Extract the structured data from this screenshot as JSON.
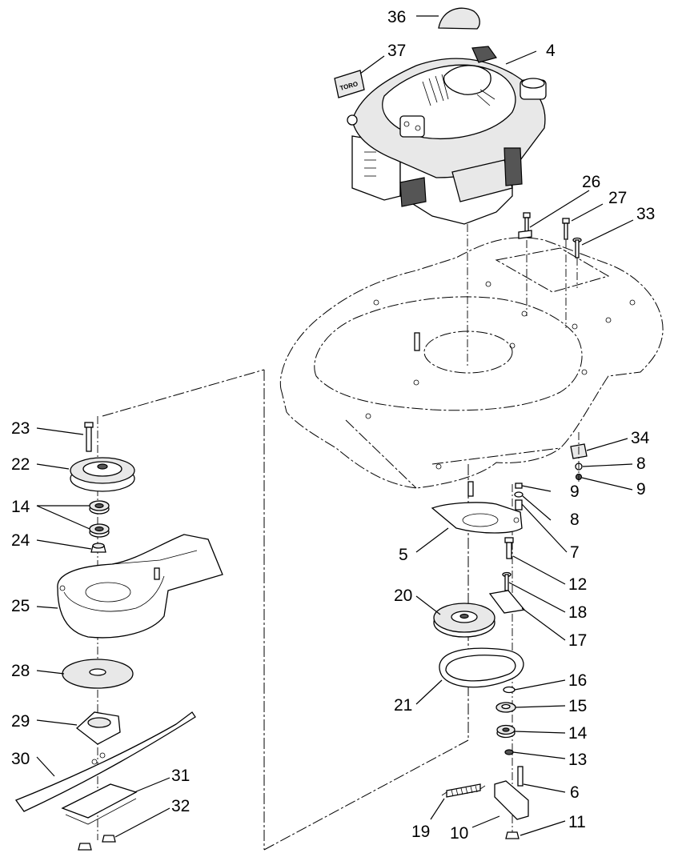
{
  "callouts": [
    {
      "id": "c36",
      "text": "36"
    },
    {
      "id": "c37",
      "text": "37"
    },
    {
      "id": "c4",
      "text": "4"
    },
    {
      "id": "c26",
      "text": "26"
    },
    {
      "id": "c27",
      "text": "27"
    },
    {
      "id": "c33",
      "text": "33"
    },
    {
      "id": "c23",
      "text": "23"
    },
    {
      "id": "c22",
      "text": "22"
    },
    {
      "id": "c14a",
      "text": "14"
    },
    {
      "id": "c24",
      "text": "24"
    },
    {
      "id": "c25",
      "text": "25"
    },
    {
      "id": "c28",
      "text": "28"
    },
    {
      "id": "c29",
      "text": "29"
    },
    {
      "id": "c30",
      "text": "30"
    },
    {
      "id": "c31",
      "text": "31"
    },
    {
      "id": "c32",
      "text": "32"
    },
    {
      "id": "c34",
      "text": "34"
    },
    {
      "id": "c8a",
      "text": "8"
    },
    {
      "id": "c9a",
      "text": "9"
    },
    {
      "id": "c9b",
      "text": "9"
    },
    {
      "id": "c8b",
      "text": "8"
    },
    {
      "id": "c5",
      "text": "5"
    },
    {
      "id": "c7",
      "text": "7"
    },
    {
      "id": "c12",
      "text": "12"
    },
    {
      "id": "c20",
      "text": "20"
    },
    {
      "id": "c18",
      "text": "18"
    },
    {
      "id": "c17",
      "text": "17"
    },
    {
      "id": "c16",
      "text": "16"
    },
    {
      "id": "c21",
      "text": "21"
    },
    {
      "id": "c15",
      "text": "15"
    },
    {
      "id": "c14b",
      "text": "14"
    },
    {
      "id": "c13",
      "text": "13"
    },
    {
      "id": "c6",
      "text": "6"
    },
    {
      "id": "c19",
      "text": "19"
    },
    {
      "id": "c10",
      "text": "10"
    },
    {
      "id": "c11",
      "text": "11"
    }
  ],
  "engine_logo": "TORO"
}
